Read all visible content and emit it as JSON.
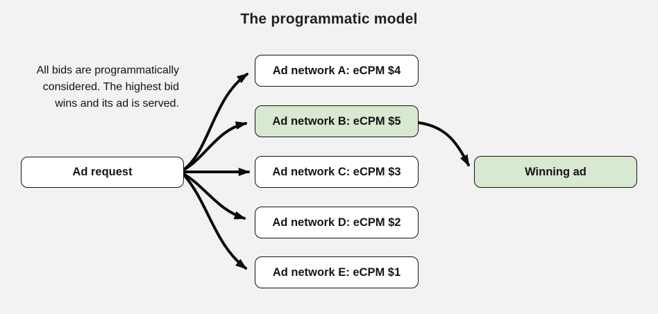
{
  "title": "The programmatic model",
  "description_lines": [
    "All bids are programmatically",
    "considered. The highest bid",
    "wins and its ad is served."
  ],
  "nodes": {
    "ad_request": {
      "label": "Ad request"
    },
    "networks": [
      {
        "label": "Ad network A: eCPM $4",
        "highlighted": false
      },
      {
        "label": "Ad network B: eCPM $5",
        "highlighted": true
      },
      {
        "label": "Ad network C: eCPM $3",
        "highlighted": false
      },
      {
        "label": "Ad network D: eCPM $2",
        "highlighted": false
      },
      {
        "label": "Ad network E: eCPM $1",
        "highlighted": false
      }
    ],
    "winning_ad": {
      "label": "Winning ad",
      "highlighted": true
    }
  },
  "edges": [
    "ad-request to network-a",
    "ad-request to network-b",
    "ad-request to network-c",
    "ad-request to network-d",
    "ad-request to network-e",
    "network-b to winning-ad"
  ],
  "colors": {
    "background": "#f2f2f2",
    "highlight_green": "#d9e8d1",
    "box_background": "#ffffff",
    "box_border": "#111111",
    "arrow": "#0a0a0a",
    "text": "#1b1b1b"
  }
}
